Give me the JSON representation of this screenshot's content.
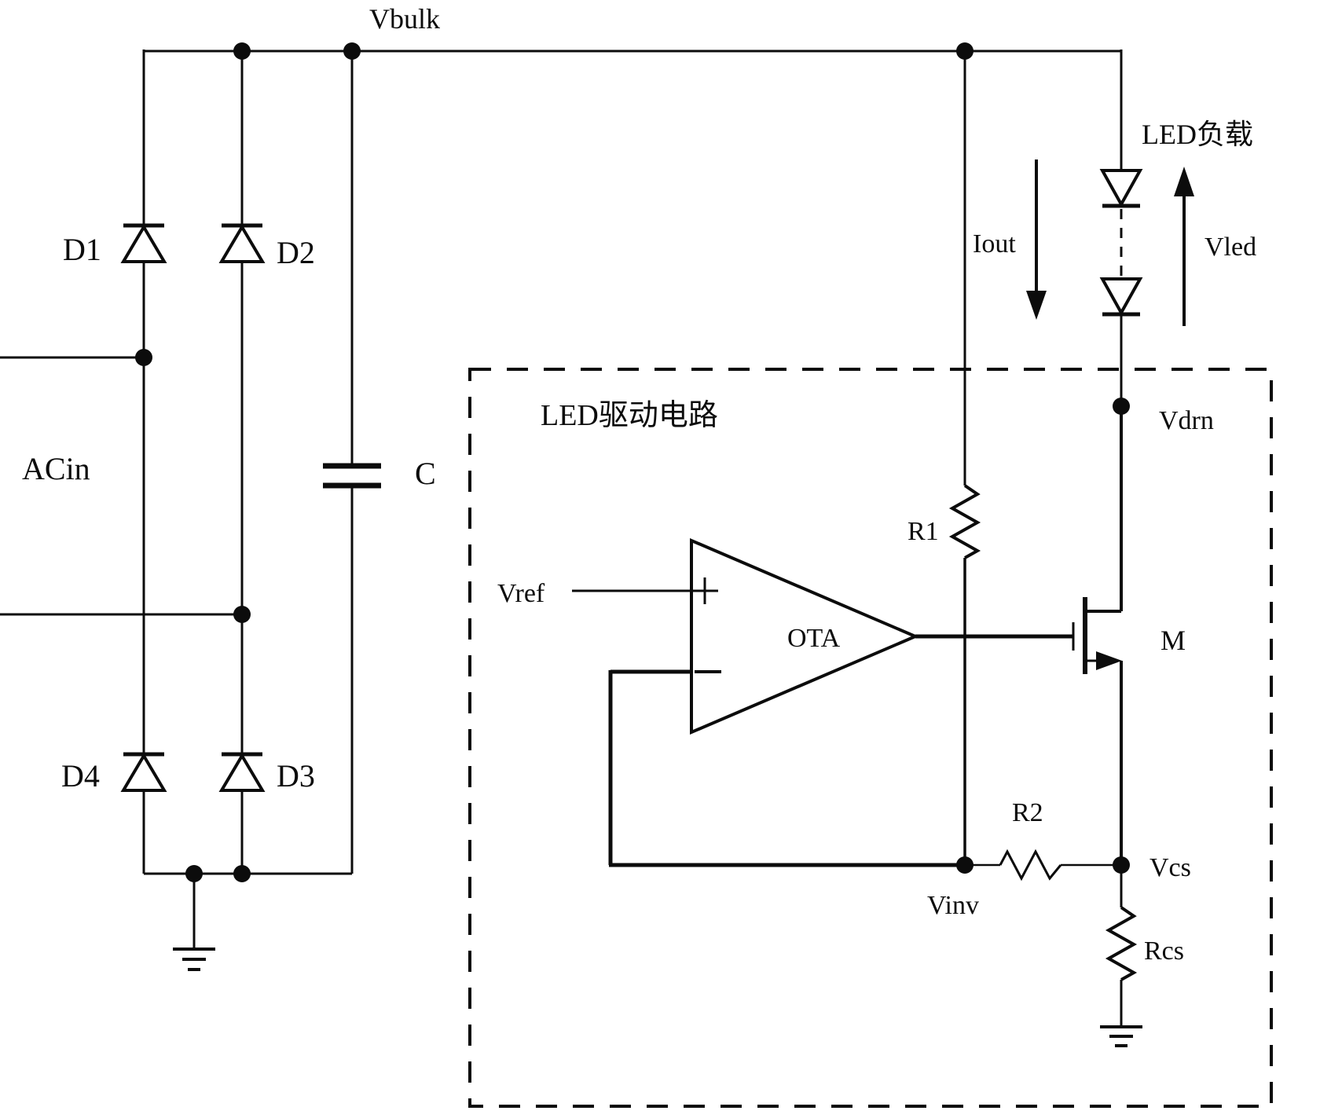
{
  "figure": {
    "type": "circuit-schematic",
    "description_visible_blocks": [
      "bridge-rectifier",
      "bulk-capacitor",
      "led-driver-dashed-box",
      "led-load-string"
    ]
  },
  "colors": {
    "line": "#0c0c0c",
    "background": "#ffffff"
  },
  "labels": {
    "vbulk": "Vbulk",
    "d1": "D1",
    "d2": "D2",
    "d3": "D3",
    "d4": "D4",
    "acin": "ACin",
    "capacitor": "C",
    "led_load": "LED负载",
    "iout": "Iout",
    "vled": "Vled",
    "vdrn": "Vdrn",
    "driver_box": "LED驱动电路",
    "vref": "Vref",
    "ota": "OTA",
    "ota_plus": "+",
    "ota_minus": "−",
    "r1": "R1",
    "mosfet": "M",
    "r2": "R2",
    "vinv": "Vinv",
    "vcs": "Vcs",
    "rcs": "Rcs"
  }
}
